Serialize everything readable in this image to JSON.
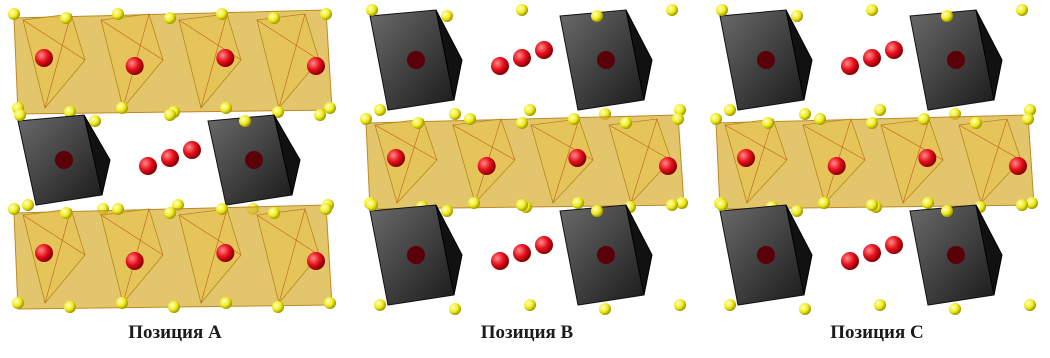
{
  "colors": {
    "gold_face": "#d9b33a",
    "gold_edge": "#c08a20",
    "dark_face": "#4a4a4a",
    "dark_face_deep": "#1a1a1a",
    "oxygen": "#e8101c",
    "anion_atom": "#f0ec1a"
  },
  "panels": [
    {
      "caption": "Позиция A",
      "layers": [
        "gold",
        "dark",
        "gold"
      ]
    },
    {
      "caption": "Позиция B",
      "layers": [
        "dark",
        "gold",
        "dark"
      ]
    },
    {
      "caption": "Позиция C",
      "layers": [
        "dark",
        "gold",
        "dark"
      ]
    }
  ]
}
